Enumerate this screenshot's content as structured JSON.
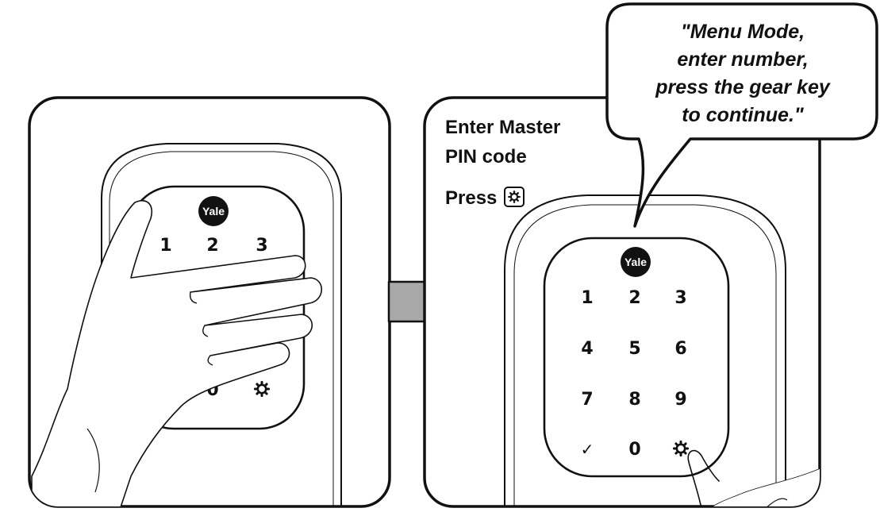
{
  "brand": "Yale",
  "left_panel": {
    "keypad_keys": [
      "1",
      "2",
      "3",
      "0"
    ]
  },
  "right_panel": {
    "instruction_line1": "Enter Master",
    "instruction_line2": "PIN code",
    "press_label": "Press",
    "keypad_keys": [
      "1",
      "2",
      "3",
      "4",
      "5",
      "6",
      "7",
      "8",
      "9",
      "✓",
      "0"
    ]
  },
  "speech_bubble": {
    "lines": [
      "\"Menu Mode,",
      "enter number,",
      "press the gear key",
      "to continue.\""
    ]
  },
  "icons": {
    "gear": "gear-icon",
    "check": "checkmark-icon",
    "arrow": "right-arrow-icon"
  },
  "colors": {
    "arrow_fill": "#a8a8a8",
    "logo_badge": "#111111",
    "line": "#111111"
  }
}
